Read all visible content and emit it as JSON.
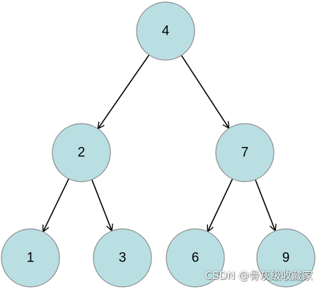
{
  "diagram": {
    "type": "binary-tree",
    "node_fill": "#b9dfe3",
    "node_stroke": "#8d8d8d",
    "edge_color": "#000000",
    "nodes": [
      {
        "id": "n4",
        "label": "4"
      },
      {
        "id": "n2",
        "label": "2"
      },
      {
        "id": "n7",
        "label": "7"
      },
      {
        "id": "n1",
        "label": "1"
      },
      {
        "id": "n3",
        "label": "3"
      },
      {
        "id": "n6",
        "label": "6"
      },
      {
        "id": "n9",
        "label": "9"
      }
    ],
    "edges": [
      {
        "from": "n4",
        "to": "n2"
      },
      {
        "from": "n4",
        "to": "n7"
      },
      {
        "from": "n2",
        "to": "n1"
      },
      {
        "from": "n2",
        "to": "n3"
      },
      {
        "from": "n7",
        "to": "n6"
      },
      {
        "from": "n7",
        "to": "n9"
      }
    ]
  },
  "watermark": {
    "text": "CSDN @骨灰级收藏家"
  }
}
